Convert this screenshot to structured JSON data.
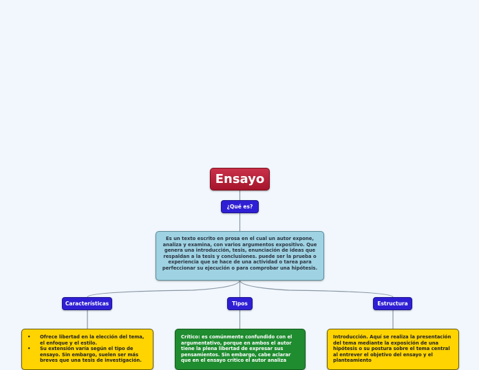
{
  "root": {
    "title": "Ensayo"
  },
  "question": {
    "label": "¿Qué es?"
  },
  "definition": {
    "text": "Es un texto escrito en prosa en el cual un autor expone, analiza y examina, con varios argumentos expositivo. Que genera una introducción, tesis, enunciación de ideas que respaldan a la tesis y conclusiones. puede ser la prueba o experiencia que se hace de una actividad o tarea para perfeccionar su ejecución o para comprobar una hipótesis."
  },
  "branches": [
    {
      "label": "Características"
    },
    {
      "label": "Tipos"
    },
    {
      "label": "Estructura"
    }
  ],
  "details": {
    "caracteristicas": {
      "bullet": "•",
      "items": [
        "Ofrece libertad en la elección del tema, el enfoque y el estilo.",
        "Su extensión varía según el tipo de ensayo. Sin embargo, suelen ser más breves que una tesis de investigación."
      ]
    },
    "tipos": {
      "text": "Crítico: es comúnmente confundido con el argumentativo, porque en ambos el autor tiene la plena libertad de expresar sus pensamientos. Sin embargo, cabe aclarar que en el ensayo crítico el autor analiza"
    },
    "estructura": {
      "text": "Introducción. Aquí se realiza la presentación del tema mediante la exposición de una hipótesis o su postura sobre el tema central al entrever el objetivo del ensayo y el planteamiento"
    }
  },
  "colors": {
    "root": "#b01f36",
    "branch": "#2f1fd4",
    "definition": "#9fd3e3",
    "yellow_card": "#ffd400",
    "green_card": "#1f8c2f",
    "connector": "#8a96a3",
    "background": "#f1f7fd"
  }
}
